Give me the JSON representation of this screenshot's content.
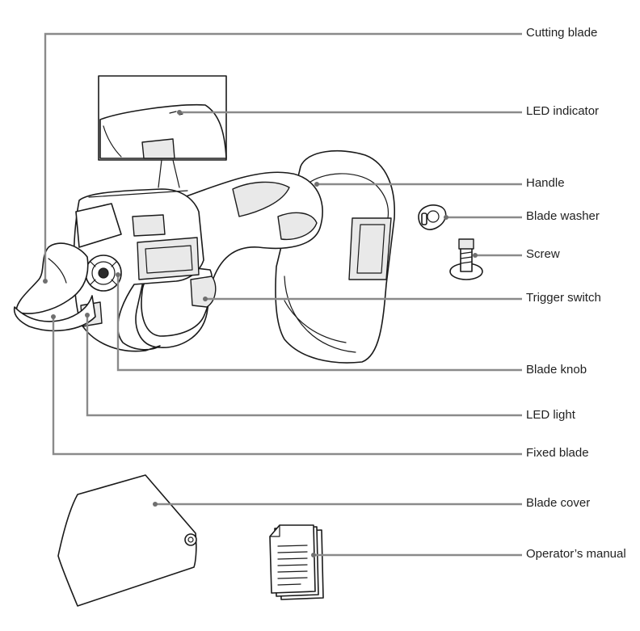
{
  "labels": {
    "cutting_blade": "Cutting blade",
    "led_indicator": "LED indicator",
    "handle": "Handle",
    "blade_washer": "Blade washer",
    "screw": "Screw",
    "trigger_switch": "Trigger switch",
    "blade_knob": "Blade knob",
    "led_light": "LED light",
    "fixed_blade": "Fixed blade",
    "blade_cover": "Blade cover",
    "operators_manual": "Operator’s manual"
  },
  "colors": {
    "leader_line": "#8a8a8a",
    "line_art": "#1a1a1a",
    "label_text": "#222222"
  }
}
